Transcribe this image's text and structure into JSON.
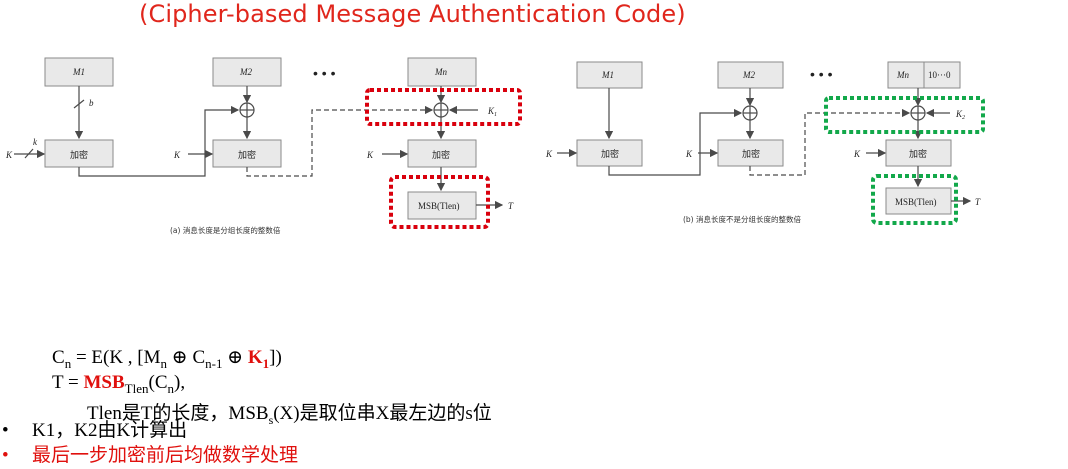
{
  "title": "(Cipher-based Message Authentication Code)",
  "diagram_a": {
    "blocks": [
      "M1",
      "M2",
      "Mn"
    ],
    "block_sub": [
      "1",
      "2",
      "n"
    ],
    "enc_label": "加密",
    "key_label": "K",
    "key_sub_label": "k",
    "bus_label": "b",
    "subkey": "K",
    "subkey_sub": "1",
    "msb_label": "MSB(Tlen)",
    "output_label": "T",
    "dots": "• • •",
    "caption": "(a) 消息长度是分组长度的整数倍"
  },
  "diagram_b": {
    "blocks": [
      "M1",
      "M2",
      "Mn"
    ],
    "block_sub": [
      "1",
      "2",
      "n"
    ],
    "pad_label": "10···0",
    "enc_label": "加密",
    "key_label": "K",
    "subkey": "K",
    "subkey_sub": "2",
    "msb_label": "MSB(Tlen)",
    "output_label": "T",
    "dots": "• • •",
    "caption": "(b) 消息长度不是分组长度的整数倍"
  },
  "formulas": {
    "line1_prefix": "C",
    "line1_prefix_sub": "n",
    "line1_mid": " = E(K , [M",
    "line1_mid_sub": "n",
    "line1_xor1": " ⊕ C",
    "line1_xor1_sub": "n-1",
    "line1_xor2": " ⊕ ",
    "line1_key": "K",
    "line1_key_sub": "1",
    "line1_end": "])",
    "line2_prefix": "T = ",
    "line2_msb": "MSB",
    "line2_msb_sub": "Tlen",
    "line2_arg": "(C",
    "line2_arg_sub": "n",
    "line2_end": "),",
    "line3_a": "Tlen是T的长度，MSB",
    "line3_sub": "s",
    "line3_b": "(X)是取位串X最左边的s位"
  },
  "bullets": [
    {
      "marker": "•",
      "text": "K1，K2由K计算出",
      "color": "#000000"
    },
    {
      "marker": "•",
      "text": "最后一步加密前后均做数学处理",
      "color": "#e0100d"
    }
  ],
  "colors": {
    "title": "#e0261c",
    "highlight_a": "#d9000d",
    "highlight_b": "#12a84a",
    "accent_text": "#e0100d"
  }
}
